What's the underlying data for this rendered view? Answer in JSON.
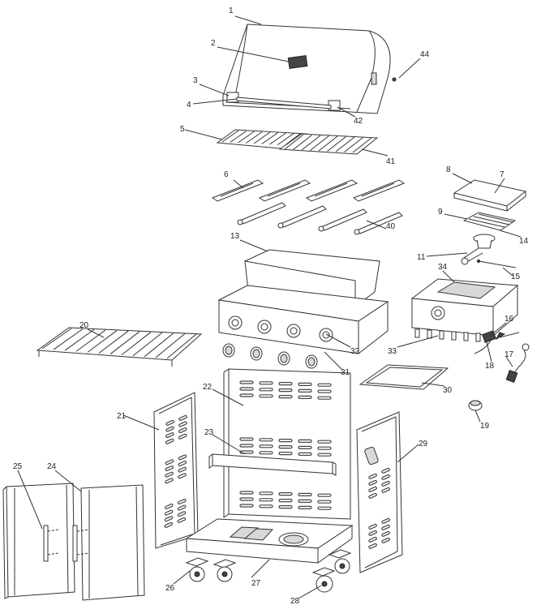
{
  "labels": [
    "1",
    "2",
    "3",
    "4",
    "5",
    "41",
    "42",
    "44",
    "6",
    "40",
    "8",
    "7",
    "9",
    "14",
    "11",
    "15",
    "13",
    "34",
    "16",
    "18",
    "17",
    "20",
    "32",
    "31",
    "33",
    "30",
    "19",
    "22",
    "21",
    "23",
    "29",
    "25",
    "24",
    "26",
    "27",
    "28"
  ]
}
